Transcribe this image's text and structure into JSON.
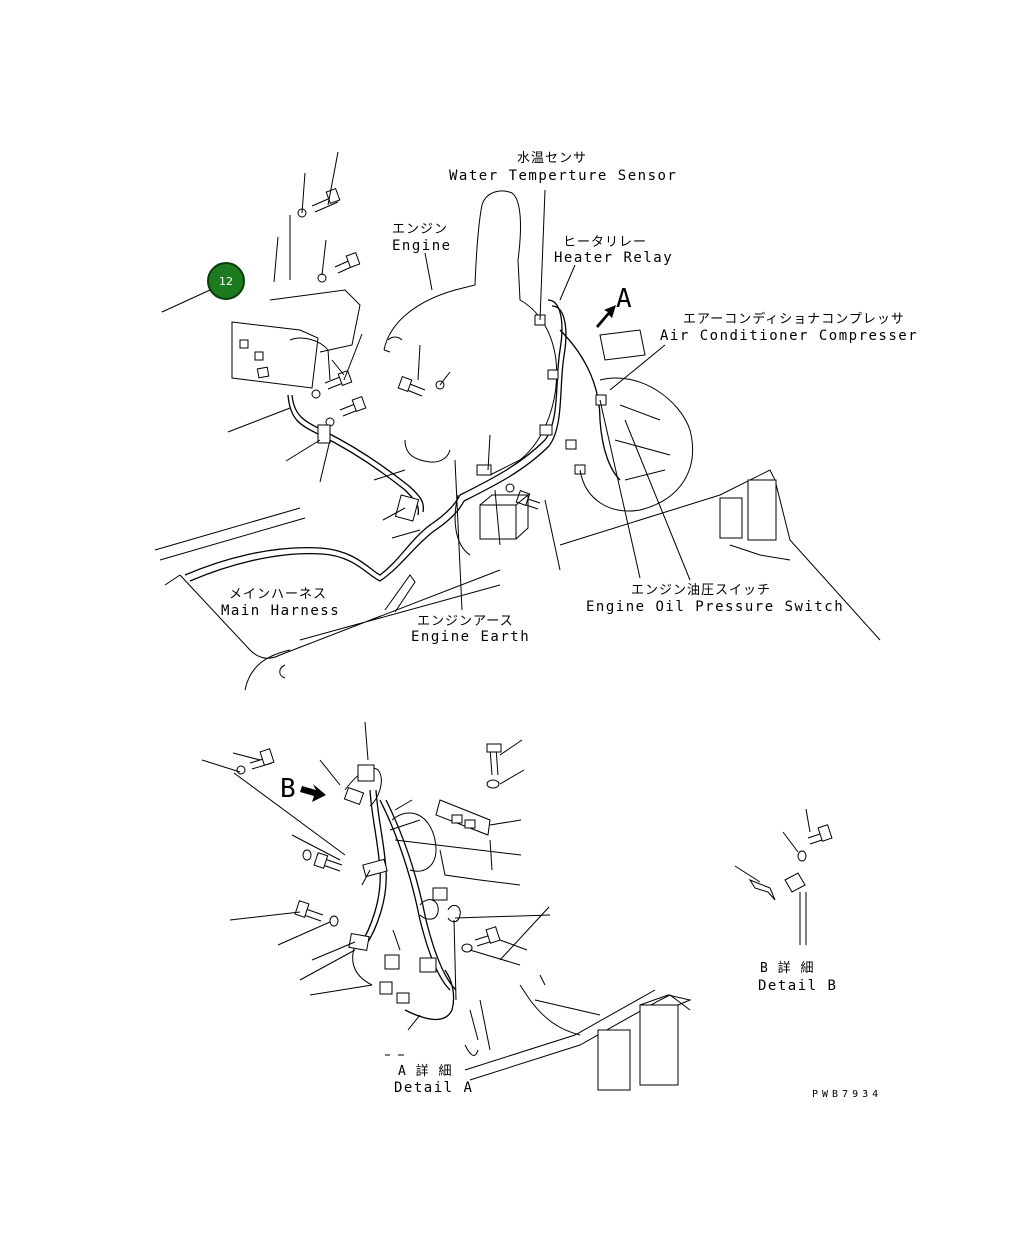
{
  "diagram": {
    "labels": {
      "water_temp_jp": "水温センサ",
      "water_temp_en": "Water Temperture Sensor",
      "engine_jp": "エンジン",
      "engine_en": "Engine",
      "heater_relay_jp": "ヒータリレー",
      "heater_relay_en": "Heater Relay",
      "view_a": "A",
      "aircon_jp": "エアーコンディショナコンプレッサ",
      "aircon_en": "Air Conditioner Compresser",
      "main_harness_jp": "メインハーネス",
      "main_harness_en": "Main Harness",
      "engine_earth_jp": "エンジンアース",
      "engine_earth_en": "Engine Earth",
      "oil_switch_jp": "エンジン油圧スイッチ",
      "oil_switch_en": "Engine Oil Pressure Switch",
      "view_b": "B",
      "detail_a_jp": "A 詳 細",
      "detail_a_en": "Detail A",
      "detail_b_jp": "B 詳 細",
      "detail_b_en": "Detail B",
      "drawing_code": "PWB7934"
    },
    "callout": {
      "number": "12",
      "color": "#1e7a1e"
    }
  }
}
